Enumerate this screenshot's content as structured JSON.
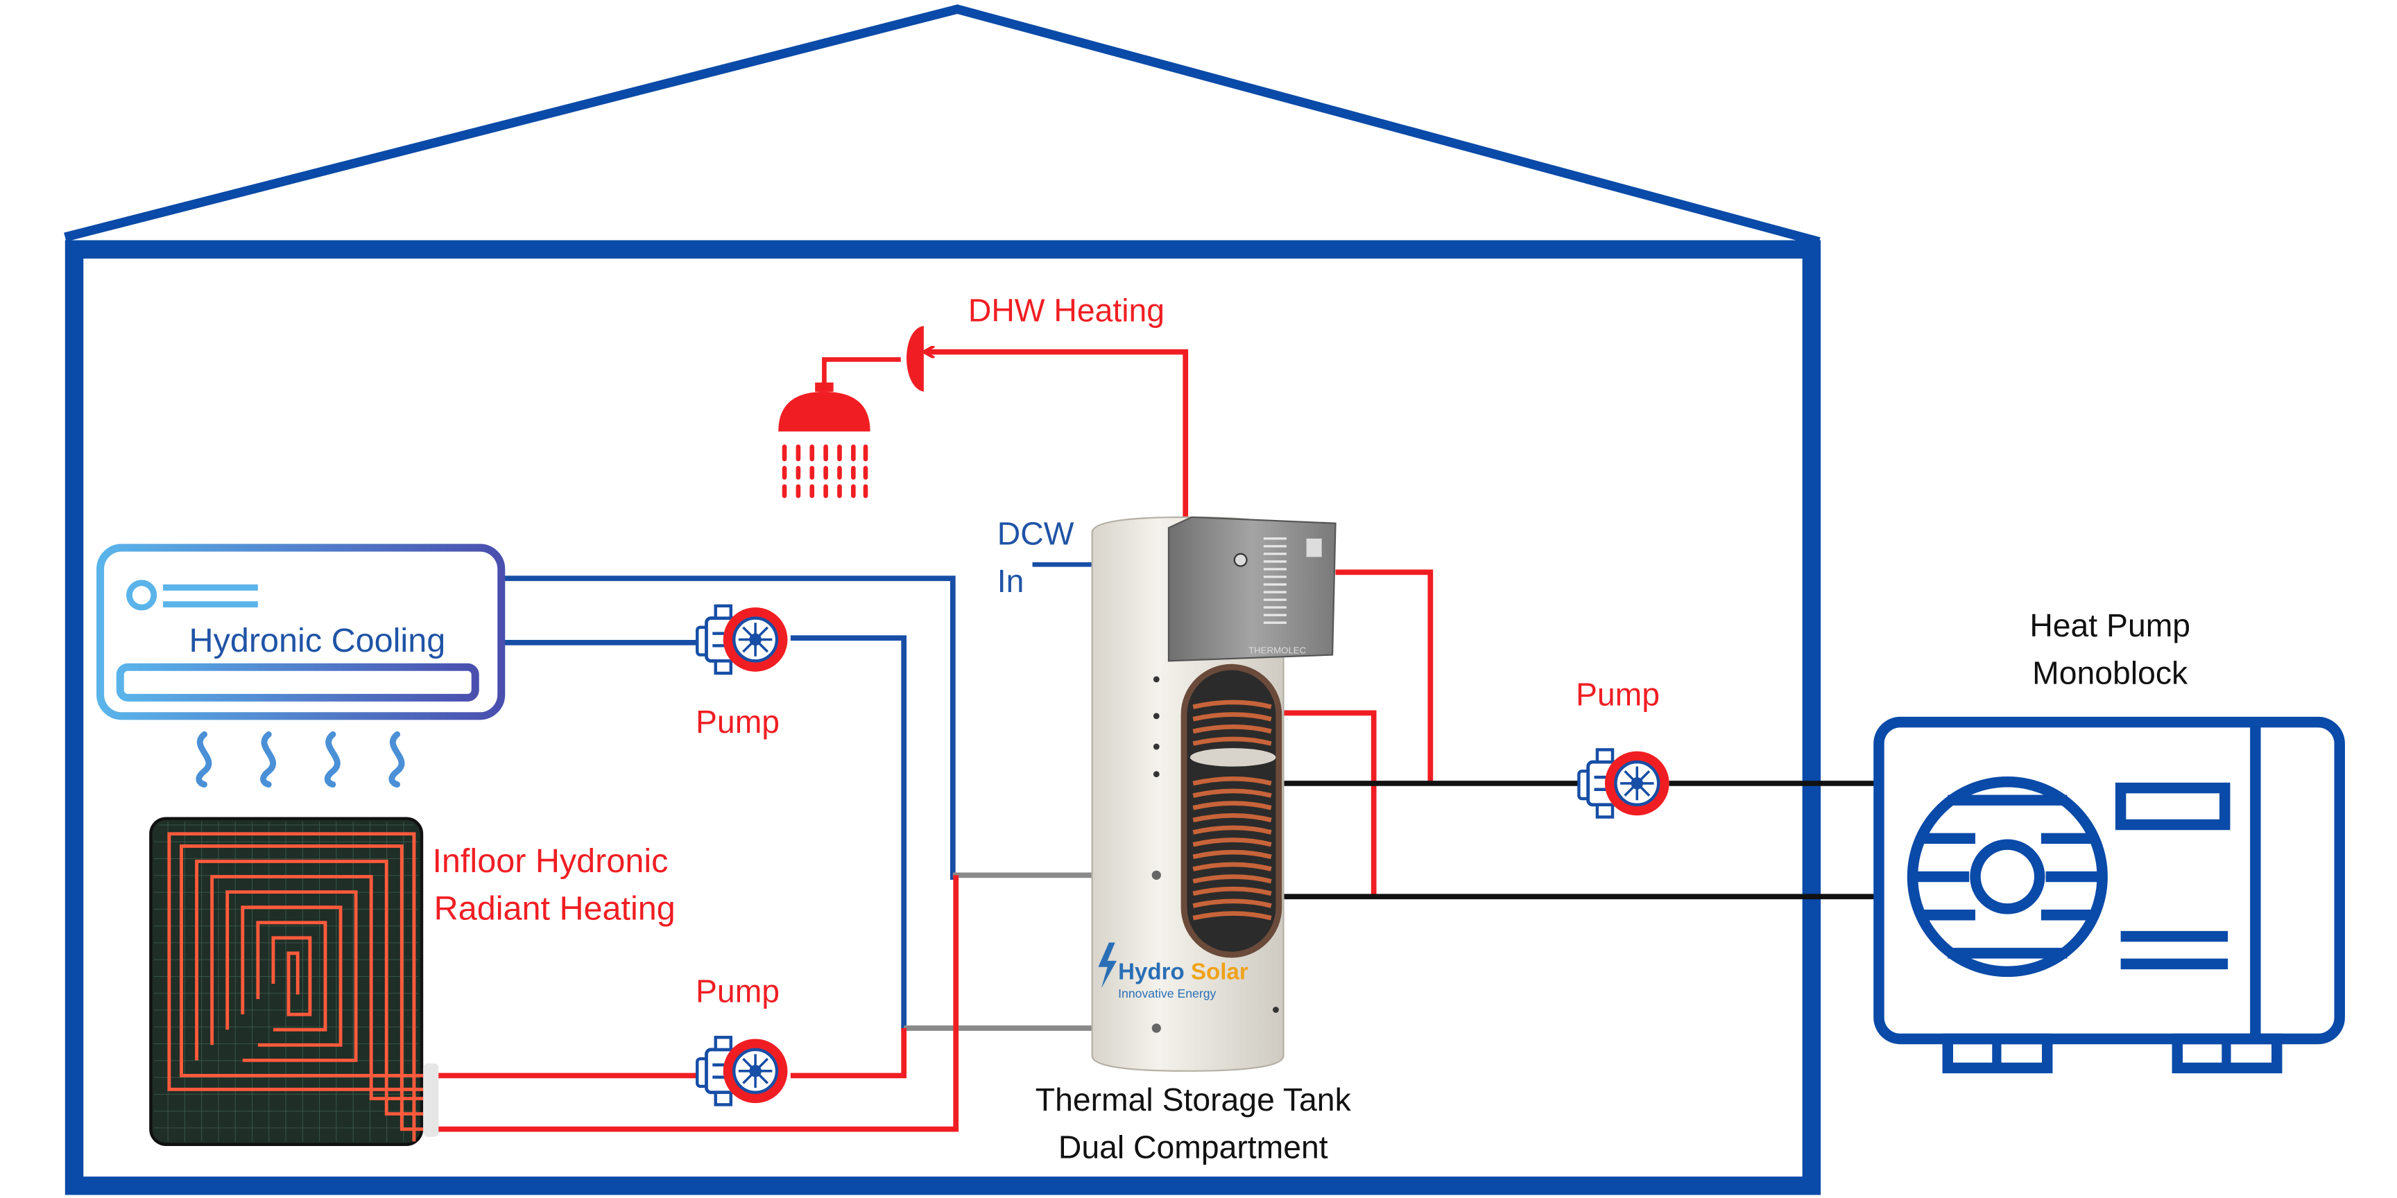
{
  "labels": {
    "dhw_heating": "DHW Heating",
    "dcw_line1": "DCW",
    "dcw_line2": "In",
    "hydronic_cooling": "Hydronic Cooling",
    "pump_upper_left": "Pump",
    "pump_lower_left": "Pump",
    "pump_right": "Pump",
    "infloor_line1": "Infloor Hydronic",
    "infloor_line2": "Radiant Heating",
    "heat_pump_line1": "Heat Pump",
    "heat_pump_line2": "Monoblock",
    "tank_line1": "Thermal Storage Tank",
    "tank_line2": "Dual Compartment",
    "tank_brand": "Hydro Solar",
    "tank_brand_tagline": "Innovative Energy",
    "control_box_brand": "THERMOLEC"
  },
  "colors": {
    "house_blue": "#0a4aa8",
    "hot_red": "#f01e23",
    "cold_blue": "#174ea6",
    "pipe_black": "#111111",
    "pipe_grey": "#8a8a8a",
    "label_blue": "#1f53a6",
    "tank_body": "#ece9e2",
    "box_grey": "#8e8e8e"
  },
  "icons": {
    "shower": "shower-icon",
    "pump": "circulation-pump-icon",
    "ac_unit": "wall-ac-unit-icon",
    "radiant_floor": "radiant-floor-coil-icon",
    "heat_pump": "outdoor-heat-pump-icon"
  }
}
